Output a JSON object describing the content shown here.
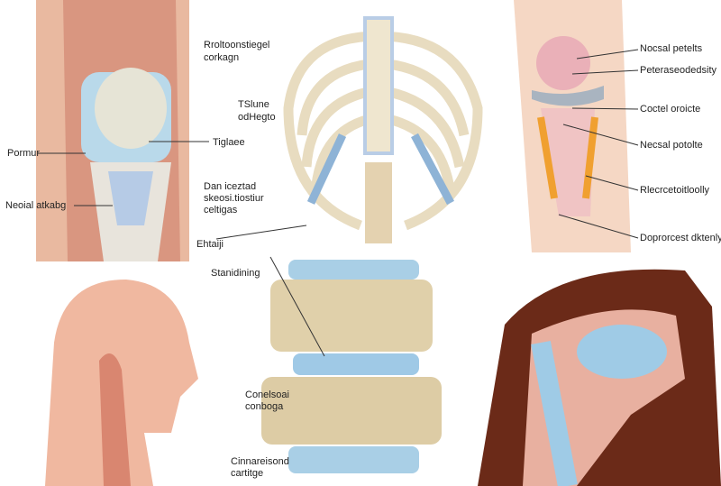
{
  "labels": {
    "knee_femur": "Pormur",
    "knee_cartilage": "Neoial atkabg",
    "rib_top_1": "Rroltoonstiegel",
    "rib_top_2": "corkagn",
    "tissue_1": "TSlune",
    "tissue_2": "odHegto",
    "tissue_label": "Tiglaee",
    "mid_1": "Dan iceztad",
    "mid_2": "skeosi.tiostiur",
    "mid_3": "celtigas",
    "ehtaiji": "Ehtaiji",
    "standing": "Stanidining",
    "spine_1a": "Conelsoai",
    "spine_1b": "conboga",
    "spine_2a": "Cinnareisond",
    "spine_2b": "cartitge",
    "right_1": "Nocsal petelts",
    "right_2": "Peteraseodedsity",
    "right_3": "Coctel oroicte",
    "right_4": "Necsal potolte",
    "right_5": "Rlecrcetoitloolly",
    "right_6": "Doprorcest dktenly"
  }
}
